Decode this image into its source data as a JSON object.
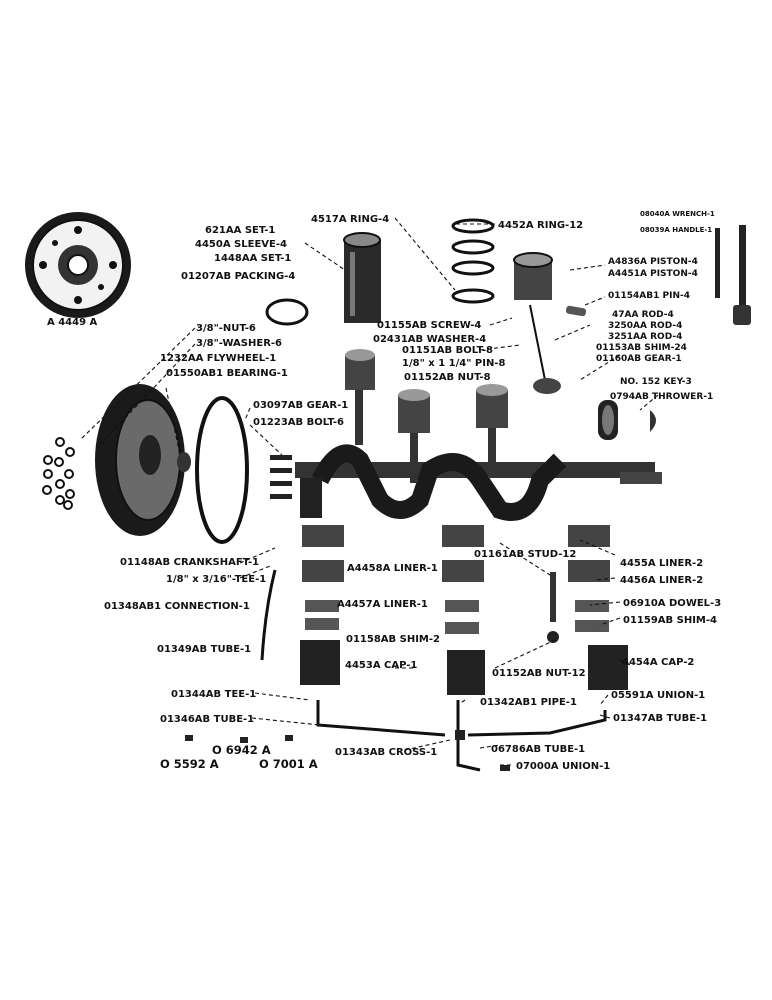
{
  "labels": {
    "wrench": "08040A WRENCH-1",
    "handle": "08039A HANDLE-1",
    "ring4": "4517A RING-4",
    "ring12": "4452A RING-12",
    "set1": "621AA SET-1",
    "sleeve": "4450A SLEEVE-4",
    "set1b": "1448AA SET-1",
    "packing": "01207AB PACKING-4",
    "pistonA": "A4836A PISTON-4",
    "pistonB": "A4451A PISTON-4",
    "pin4": "01154AB1 PIN-4",
    "rodA": "47AA ROD-4",
    "rodB": "3250AA ROD-4",
    "rodC": "3251AA ROD-4",
    "screw": "01155AB SCREW-4",
    "washer4": "02431AB WASHER-4",
    "bolt8": "01151AB BOLT-8",
    "pin8": "1/8\" x 1 1/4\" PIN-8",
    "nut8": "01152AB NUT-8",
    "shim24": "01153AB SHIM-24",
    "gear1b": "01160AB GEAR-1",
    "key3": "NO. 152 KEY-3",
    "thrower": "0794AB THROWER-1",
    "pulley": "A 4449 A",
    "nut6": "3/8\"-NUT-6",
    "washer6": "3/8\"-WASHER-6",
    "flywheel": "1232AA FLYWHEEL-1",
    "bearing": "01550AB1 BEARING-1",
    "gear1": "03097AB GEAR-1",
    "bolt6": "01223AB BOLT-6",
    "crankshaft": "01148AB CRANKSHAFT-1",
    "tee1a": "1/8\" x 3/16\"-TEE-1",
    "connection": "01348AB1 CONNECTION-1",
    "tube1a": "01349AB TUBE-1",
    "liner1a": "A4458A LINER-1",
    "liner1b": "A4457A LINER-1",
    "shim2": "01158AB SHIM-2",
    "cap1": "4453A CAP-1",
    "stud": "01161AB STUD-12",
    "nut12": "01152AB NUT-12",
    "liner2a": "4455A LINER-2",
    "liner2b": "4456A LINER-2",
    "dowel": "06910A DOWEL-3",
    "shim4": "01159AB SHIM-4",
    "cap2": "4454A CAP-2",
    "union1": "05591A UNION-1",
    "tube1b": "01347AB TUBE-1",
    "tee1b": "01344AB TEE-1",
    "tube1c": "01346AB TUBE-1",
    "pipe": "01342AB1 PIPE-1",
    "cross": "01343AB CROSS-1",
    "tube1d": "06786AB TUBE-1",
    "union1b": "07000A UNION-1",
    "p6942": "O 6942 A",
    "p5592": "O 5592 A",
    "p7001": "O 7001 A"
  }
}
